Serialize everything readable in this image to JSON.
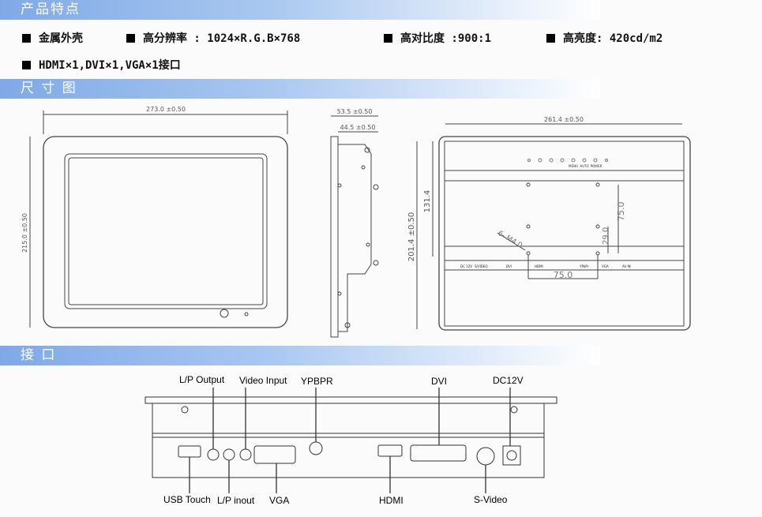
{
  "sections": {
    "features": "产品特点",
    "dimensions": "尺 寸 图",
    "interfaces": "接 口"
  },
  "features": [
    "金属外壳",
    "高分辨率 : 1024×R.G.B×768",
    "高对比度 :900:1",
    "高亮度: 420cd/m2",
    "HDMI×1,DVI×1,VGA×1接口"
  ],
  "drawing": {
    "front_width": "273.0 ±0.50",
    "front_height": "215.0 ±0.50",
    "side_depth": "53.5 ±0.50",
    "side_depth_inner": "44.5 ±0.50",
    "back_width": "261.4 ±0.50",
    "back_height": "201.4 ±0.50",
    "back_inner": "131.4",
    "vesa_v": "75.0",
    "vesa_h": "75.0",
    "vesa_off": "29.0",
    "screws": "6- M4.0",
    "buttons": [
      "MENU",
      "AUTO",
      "POWER"
    ],
    "ports": [
      "DC 12V",
      "S/VIDEO",
      "DVI",
      "HDMI",
      "YPbPr",
      "VGA",
      "AV IN"
    ]
  },
  "interface_labels": {
    "top": [
      "L/P Output",
      "Video Input",
      "YPBPR",
      "DVI",
      "DC12V"
    ],
    "bottom": [
      "USB Touch",
      "L/P inout",
      "VGA",
      "HDMI",
      "S-Video"
    ]
  }
}
